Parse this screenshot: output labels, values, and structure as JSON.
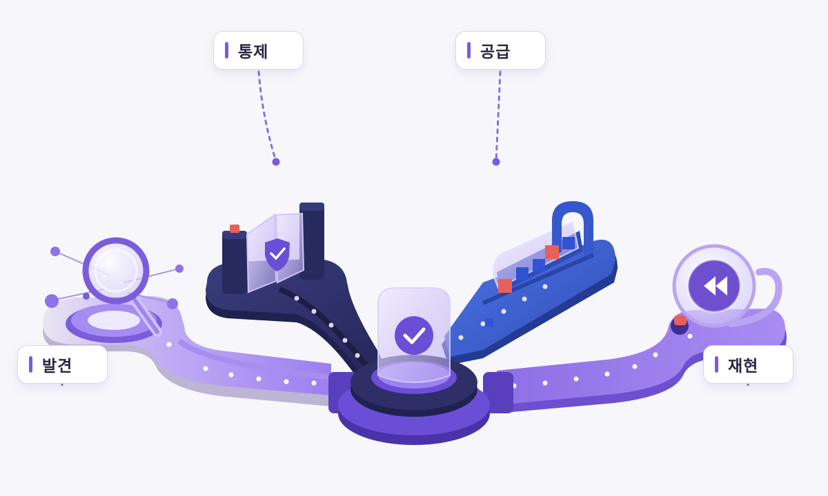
{
  "stages": {
    "control": {
      "label": "통제",
      "icon": "shield-check-icon"
    },
    "supply": {
      "label": "공급",
      "icon": "conveyor-boxes-icon"
    },
    "discover": {
      "label": "발견",
      "icon": "magnifier-icon"
    },
    "reproduce": {
      "label": "재현",
      "icon": "rewind-icon"
    },
    "center": {
      "icon": "verified-check-icon"
    }
  },
  "colors": {
    "accent": "#7a5be0",
    "track_light": "#b9a4f2",
    "track_dark": "#8f6fe6",
    "navy": "#2d2f66",
    "blue": "#3f5fd0",
    "box_red": "#e8605a"
  }
}
